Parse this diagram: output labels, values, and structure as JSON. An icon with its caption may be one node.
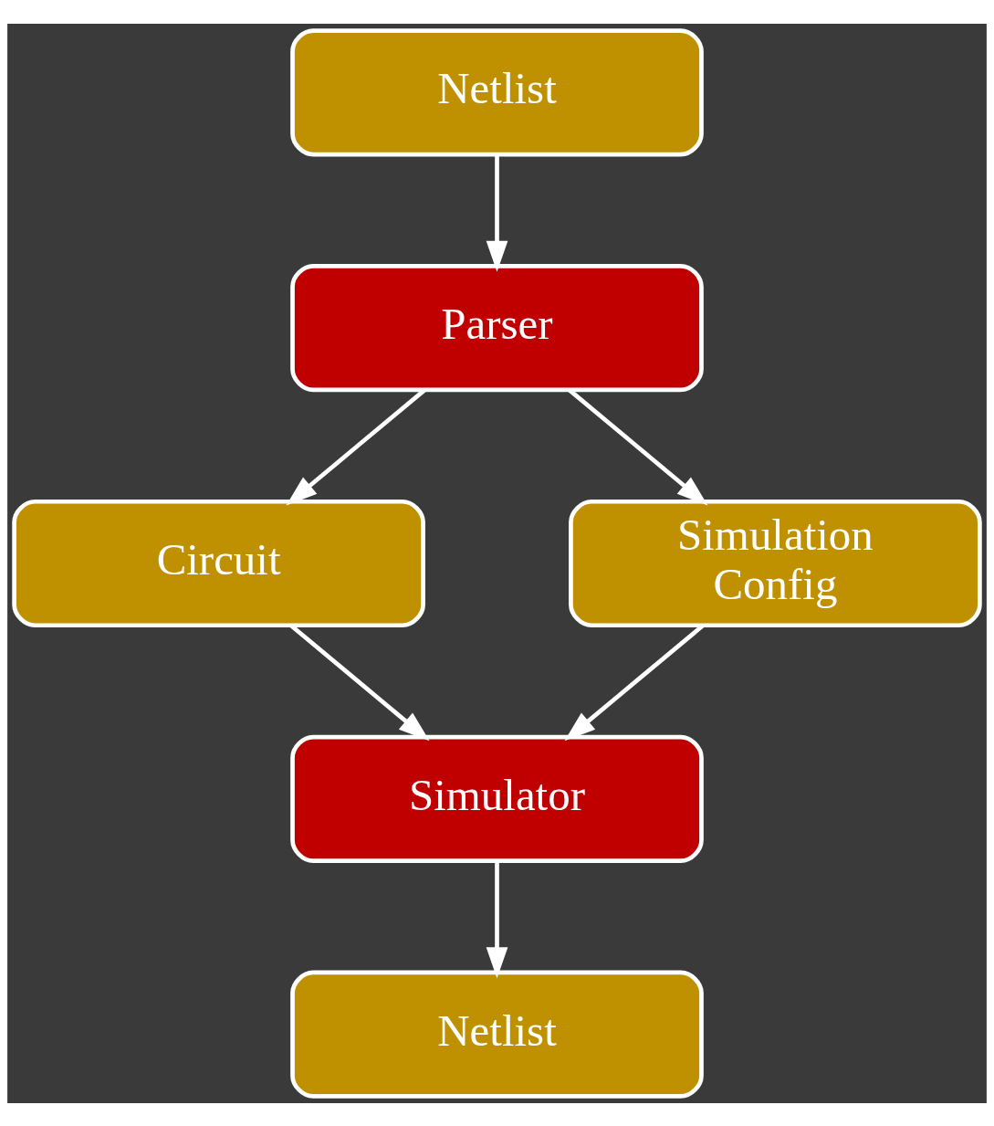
{
  "diagram": {
    "nodes": [
      {
        "text": [
          "Netlist"
        ]
      },
      {
        "text": [
          "Parser"
        ]
      },
      {
        "text": [
          "Circuit"
        ]
      },
      {
        "text": [
          "Simulation Config"
        ]
      },
      {
        "text": [
          "Simulator"
        ]
      },
      {
        "text": [
          "Netlist"
        ]
      }
    ],
    "edges": [
      {
        "from": 0,
        "to": 1,
        "arrow": "to"
      },
      {
        "from": 1,
        "to": 2,
        "arrow": "to"
      },
      {
        "from": 1,
        "to": 3,
        "arrow": "to"
      },
      {
        "from": 2,
        "to": 4,
        "arrow": "to"
      },
      {
        "from": 3,
        "to": 4,
        "arrow": "to"
      },
      {
        "from": 4,
        "to": 5,
        "arrow": "to"
      }
    ]
  }
}
